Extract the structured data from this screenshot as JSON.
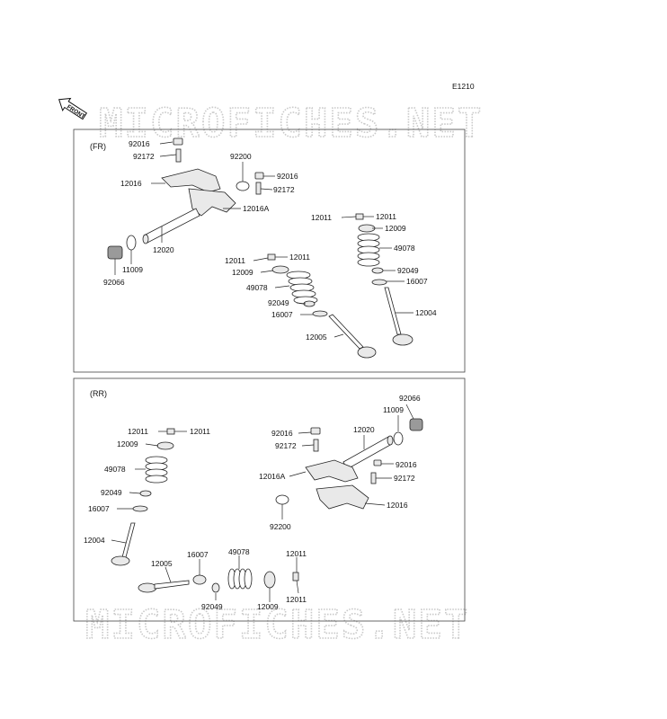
{
  "diagram_code": "E1210",
  "front_label": "FRONT",
  "watermark": "MICROFICHES.NET",
  "sections": {
    "fr": {
      "title": "(FR)",
      "labels": {
        "p92016a": "92016",
        "p92172a": "92172",
        "p92200": "92200",
        "p92016b": "92016",
        "p92172b": "92172",
        "p12016": "12016",
        "p12016A": "12016A",
        "p12020": "12020",
        "p11009": "11009",
        "p92066": "92066",
        "p12011a": "12011",
        "p12011b": "12011",
        "p12009a": "12009",
        "p49078a": "49078",
        "p92049a": "92049",
        "p16007a": "16007",
        "p12004": "12004",
        "p12011c": "12011",
        "p12011d": "12011",
        "p12009b": "12009",
        "p49078b": "49078",
        "p92049b": "92049",
        "p16007b": "16007",
        "p12005": "12005"
      }
    },
    "rr": {
      "title": "(RR)",
      "labels": {
        "p92066": "92066",
        "p11009": "11009",
        "p12020": "12020",
        "p92016a": "92016",
        "p92172a": "92172",
        "p92016b": "92016",
        "p92172b": "92172",
        "p12016A": "12016A",
        "p12016": "12016",
        "p92200": "92200",
        "p12011a": "12011",
        "p12011b": "12011",
        "p12009a": "12009",
        "p49078a": "49078",
        "p92049a": "92049",
        "p16007a": "16007",
        "p12004": "12004",
        "p12005": "12005",
        "p16007b": "16007",
        "p92049b": "92049",
        "p49078b": "49078",
        "p12009b": "12009",
        "p12011c": "12011",
        "p12011d": "12011"
      }
    }
  }
}
